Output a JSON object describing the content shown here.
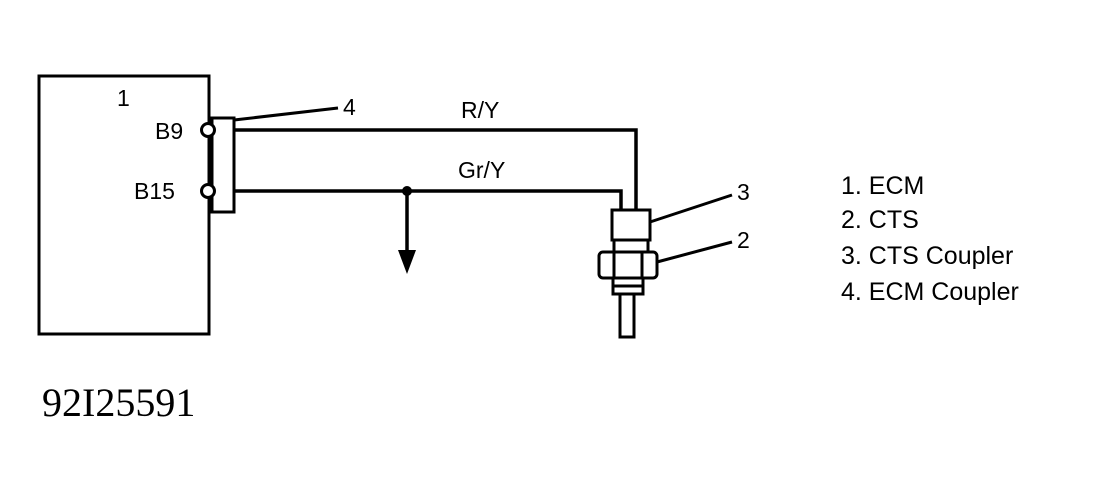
{
  "callouts": {
    "ecm": "1",
    "ecm_coupler": "4",
    "cts_coupler": "3",
    "cts": "2"
  },
  "pins": {
    "b9": "B9",
    "b15": "B15"
  },
  "wires": {
    "top": "R/Y",
    "bottom": "Gr/Y"
  },
  "legend": [
    "1. ECM",
    "2. CTS",
    "3. CTS Coupler",
    "4. ECM Coupler"
  ],
  "figure_id": "92I25591",
  "colors": {
    "ink": "#000000",
    "background": "#ffffff"
  }
}
